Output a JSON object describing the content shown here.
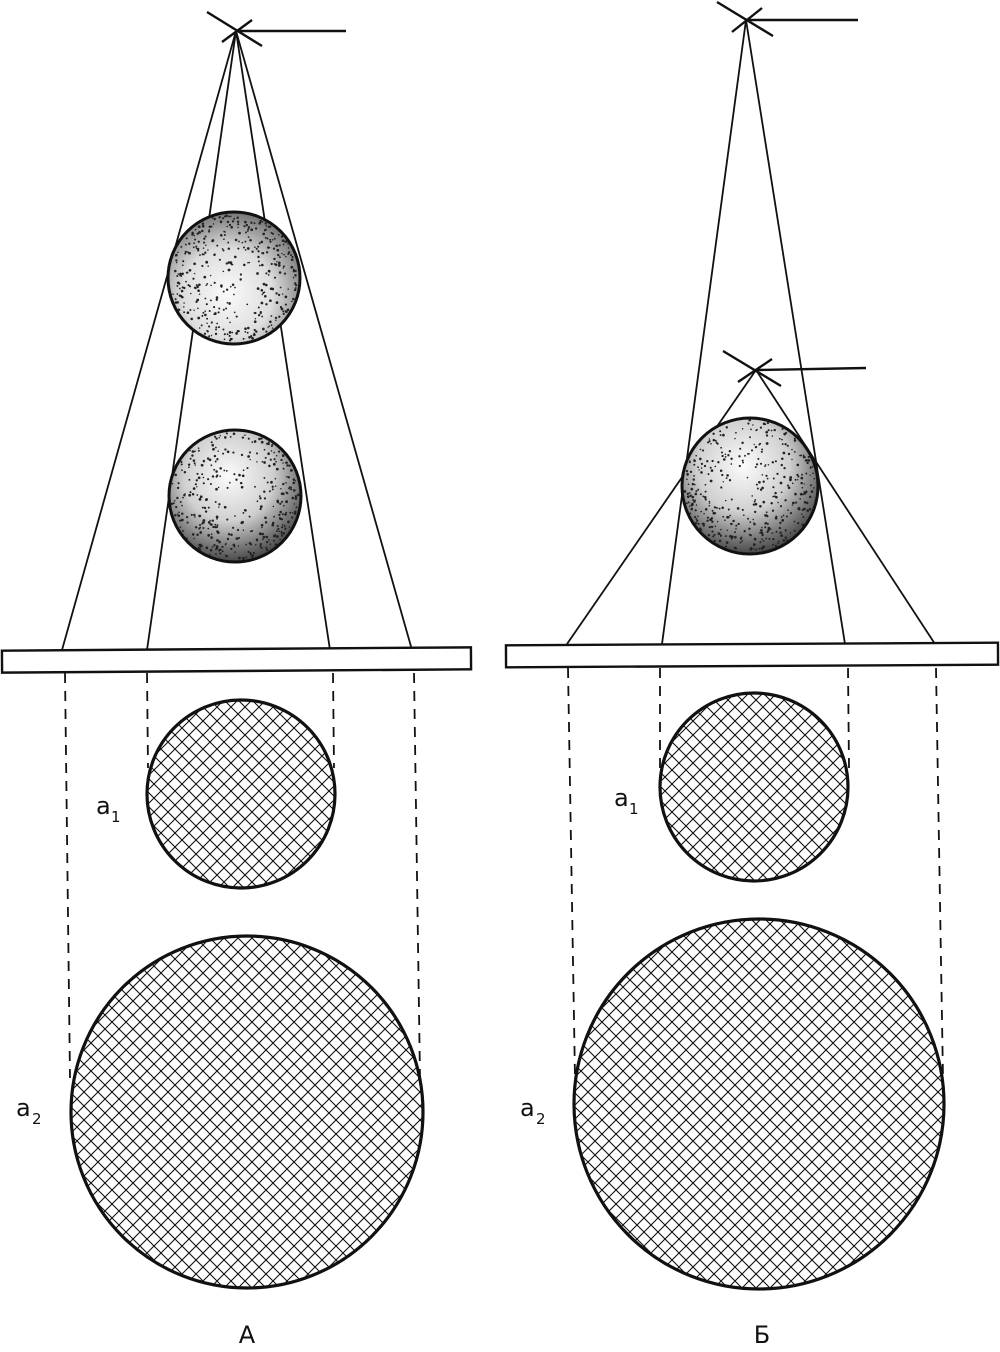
{
  "colors": {
    "ink": "#111111",
    "paper": "#ffffff",
    "stipple": "#222222"
  },
  "panels": [
    {
      "id": "a",
      "caption": "А",
      "image_label_small": {
        "letter": "a",
        "index": "1"
      },
      "image_label_large": {
        "letter": "a",
        "index": "2"
      },
      "icons": [
        "x-ray-source-icon"
      ]
    },
    {
      "id": "b",
      "caption": "Б",
      "image_label_small": {
        "letter": "a",
        "index": "1"
      },
      "image_label_large": {
        "letter": "a",
        "index": "2"
      },
      "icons": [
        "x-ray-source-icon",
        "x-ray-source-icon"
      ]
    }
  ]
}
